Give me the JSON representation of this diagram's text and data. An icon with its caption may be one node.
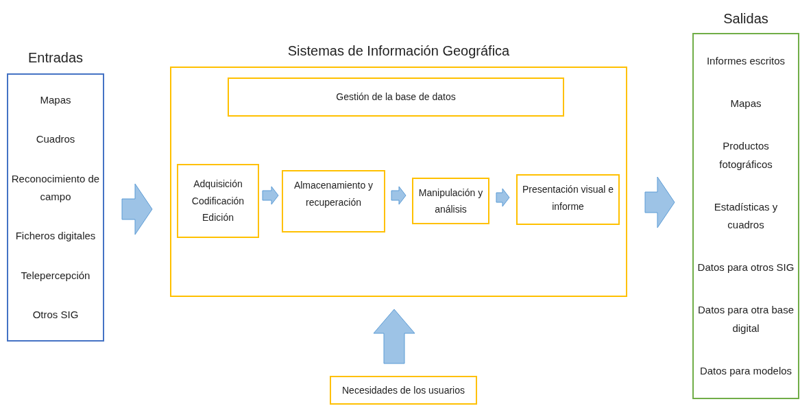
{
  "diagram": {
    "nodes": [
      {
        "text": [
          "Entradas",
          "Mapas",
          "Cuadros",
          "Reconocimiento de campo",
          "Ficheros digitales",
          "Telepercepción",
          "Otros SIG"
        ]
      },
      {
        "text": [
          "Sistemas de Información Geográfica"
        ]
      },
      {
        "text": [
          "Gestión de la base de datos"
        ],
        "in": 1
      },
      {
        "text": [
          "Adquisición Codificación Edición"
        ],
        "in": 1
      },
      {
        "text": [
          "Almacenamiento y recuperación"
        ],
        "in": 1
      },
      {
        "text": [
          "Manipulación y análisis"
        ],
        "in": 1
      },
      {
        "text": [
          "Presentación visual e informe"
        ],
        "in": 1
      },
      {
        "text": [
          "Salidas",
          "Informes escritos",
          "Mapas",
          "Productos fotográficos",
          "Estadísticas y cuadros",
          "Datos para otros SIG",
          "Datos para otra base digital",
          "Datos para modelos"
        ]
      },
      {
        "text": [
          "Necesidades de los usuarios"
        ]
      }
    ],
    "edges": [
      {
        "from": 0,
        "to": 1,
        "arrow": "to"
      },
      {
        "from": 3,
        "to": 4,
        "arrow": "to"
      },
      {
        "from": 4,
        "to": 5,
        "arrow": "to"
      },
      {
        "from": 5,
        "to": 6,
        "arrow": "to"
      },
      {
        "from": 1,
        "to": 7,
        "arrow": "to"
      },
      {
        "from": 8,
        "to": 1,
        "arrow": "to"
      }
    ]
  }
}
